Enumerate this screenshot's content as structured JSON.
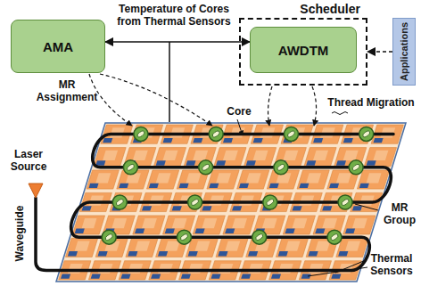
{
  "diagram": {
    "nodes": [
      {
        "text": [
          "AMA"
        ]
      },
      {
        "text": [
          "Scheduler"
        ]
      },
      {
        "text": [
          "AWDTM"
        ],
        "in": 1
      },
      {
        "text": [
          "Applications"
        ]
      }
    ],
    "edges": [
      {
        "from": 0,
        "to": 2,
        "arrow": "both"
      },
      {
        "from": 3,
        "to": 1,
        "arrow": "to"
      }
    ],
    "labels": [
      "Temperature of Cores from Thermal Sensors",
      "MR Assignment",
      "Thread Migration",
      "Core",
      "Laser Source",
      "Waveguide",
      "MR Group",
      "Thermal Sensors"
    ]
  }
}
